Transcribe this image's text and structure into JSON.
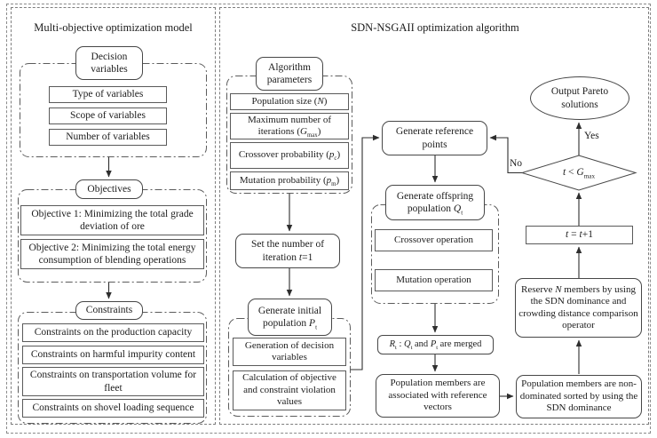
{
  "figure": {
    "left": {
      "title": "Multi-objective optimization model",
      "decision_header": "Decision variables",
      "decision_items": [
        "Type of variables",
        "Scope of variables",
        "Number of variables"
      ],
      "objectives_header": "Objectives",
      "objectives_items": [
        "Objective 1: Minimizing the total grade deviation of ore",
        "Objective 2: Minimizing the total energy consumption of blending operations"
      ],
      "constraints_header": "Constraints",
      "constraints_items": [
        "Constraints on the production capacity",
        "Constraints on harmful impurity content",
        "Constraints on transportation volume for fleet",
        "Constraints on shovel loading sequence"
      ]
    },
    "right": {
      "title": "SDN-NSGAII optimization algorithm",
      "params_header": "Algorithm parameters",
      "param_pop": {
        "pre": "Population size (",
        "var": "N",
        "post": ")"
      },
      "param_iter": {
        "pre": "Maximum number of iterations (",
        "var": "G",
        "sub": "max",
        "post": ")"
      },
      "param_cross": {
        "pre": "Crossover probability (",
        "var": "p",
        "sub": "c",
        "post": ")"
      },
      "param_mut": {
        "pre": "Mutation probability (",
        "var": "p",
        "sub": "m",
        "post": ")"
      },
      "set_iteration": {
        "pre": "Set the number of iteration ",
        "var": "t",
        "post": "=1"
      },
      "gen_initial": {
        "pre": "Generate initial population ",
        "var": "P",
        "sub": "t"
      },
      "initial_items": [
        "Generation of decision variables",
        "Calculation of objective and constraint violation values"
      ],
      "gen_reference": "Generate reference points",
      "gen_offspring": {
        "pre": "Generate offspring population ",
        "var": "Q",
        "sub": "t"
      },
      "offspring_items": [
        "Crossover operation",
        "Mutation operation"
      ],
      "merge": {
        "v1": "R",
        "s1": "t",
        "mid1": " : ",
        "v2": "Q",
        "s2": "t",
        "mid2": " and ",
        "v3": "P",
        "s3": "t",
        "tail": " are merged"
      },
      "associate": "Population members are associated with reference vectors",
      "sort": "Population members are non-dominated sorted by using the SDN dominance",
      "reserve": {
        "pre": "Reserve ",
        "var": "N",
        "post": " members by using the SDN dominance and crowding distance comparison operator"
      },
      "increment": {
        "v1": "t",
        "mid": " = ",
        "v2": "t",
        "post": "+1"
      },
      "condition": {
        "v1": "t",
        "mid": " < ",
        "v2": "G",
        "sub": "max"
      },
      "output": "Output Pareto solutions",
      "yes_label": "Yes",
      "no_label": "No"
    },
    "colors": {
      "line": "#2e2e2e",
      "dash_border": "#7d7d7d",
      "background": "#ffffff",
      "text": "#1c1c1c"
    }
  }
}
